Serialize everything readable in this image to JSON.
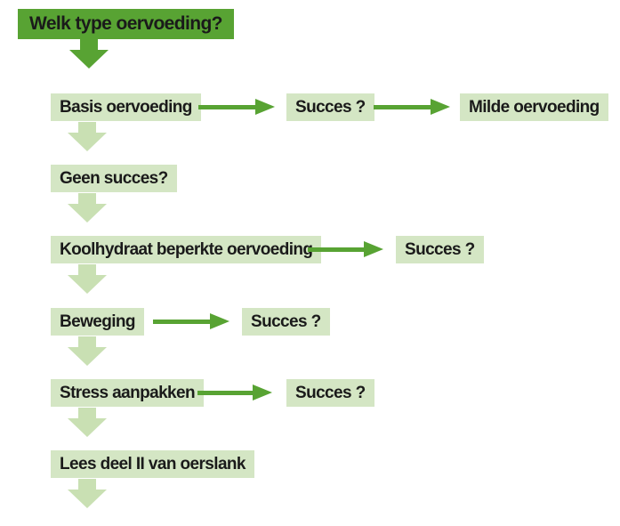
{
  "diagram": {
    "type": "flowchart",
    "language": "nl",
    "colors": {
      "primary_green": "#58a333",
      "light_green_box": "#d4e6c4",
      "light_green_arrow": "#c9e0b3",
      "text": "#1a1a1a",
      "background": "#ffffff"
    },
    "nodes": {
      "title": "Welk type oervoeding?",
      "basis": "Basis oervoeding",
      "succes_1": "Succes ?",
      "milde": "Milde oervoeding",
      "geen_succes": "Geen succes?",
      "koolhydraat": "Koolhydraat beperkte oervoeding",
      "succes_2": "Succes ?",
      "beweging": "Beweging",
      "succes_3": "Succes ?",
      "stress": "Stress aanpakken",
      "succes_4": "Succes ?",
      "lees_deel": "Lees deel II van oerslank"
    },
    "edges": [
      "title -> basis",
      "basis -> succes_1",
      "succes_1 -> milde",
      "basis -> geen_succes",
      "geen_succes -> koolhydraat",
      "koolhydraat -> succes_2",
      "koolhydraat -> beweging",
      "beweging -> succes_3",
      "beweging -> stress",
      "stress -> succes_4",
      "stress -> lees_deel",
      "lees_deel -> (end)"
    ]
  }
}
